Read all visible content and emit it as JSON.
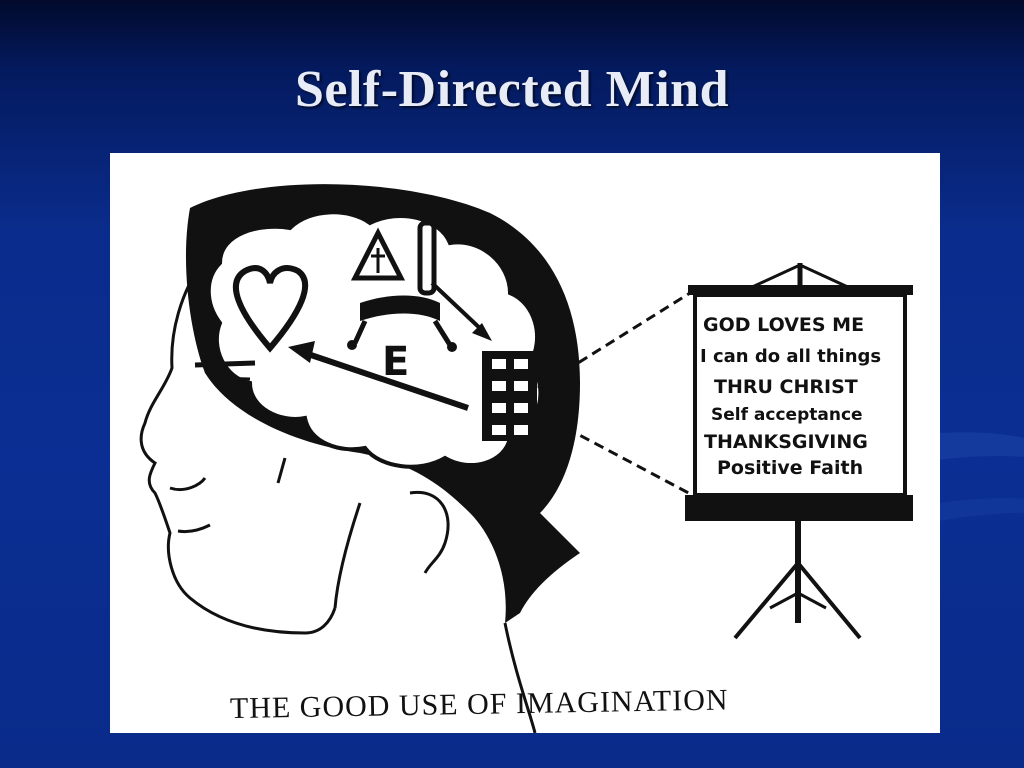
{
  "slide": {
    "title": "Self-Directed Mind",
    "colors": {
      "background": "#0a2e93",
      "title_text": "#e8ecf7",
      "figure_bg": "#ffffff"
    }
  },
  "illustration": {
    "brain_symbols": [
      "heart-icon",
      "triangle-cross-icon",
      "chair-icon",
      "letter-E-icon",
      "filing-cabinet-icon"
    ],
    "brain_letter": "E",
    "easel_lines": [
      "GOD LOVES ME",
      "I can do all things",
      "THRU CHRIST",
      "Self acceptance",
      "THANKSGIVING",
      "Positive Faith"
    ],
    "caption": "THE GOOD USE OF IMAGINATION"
  }
}
